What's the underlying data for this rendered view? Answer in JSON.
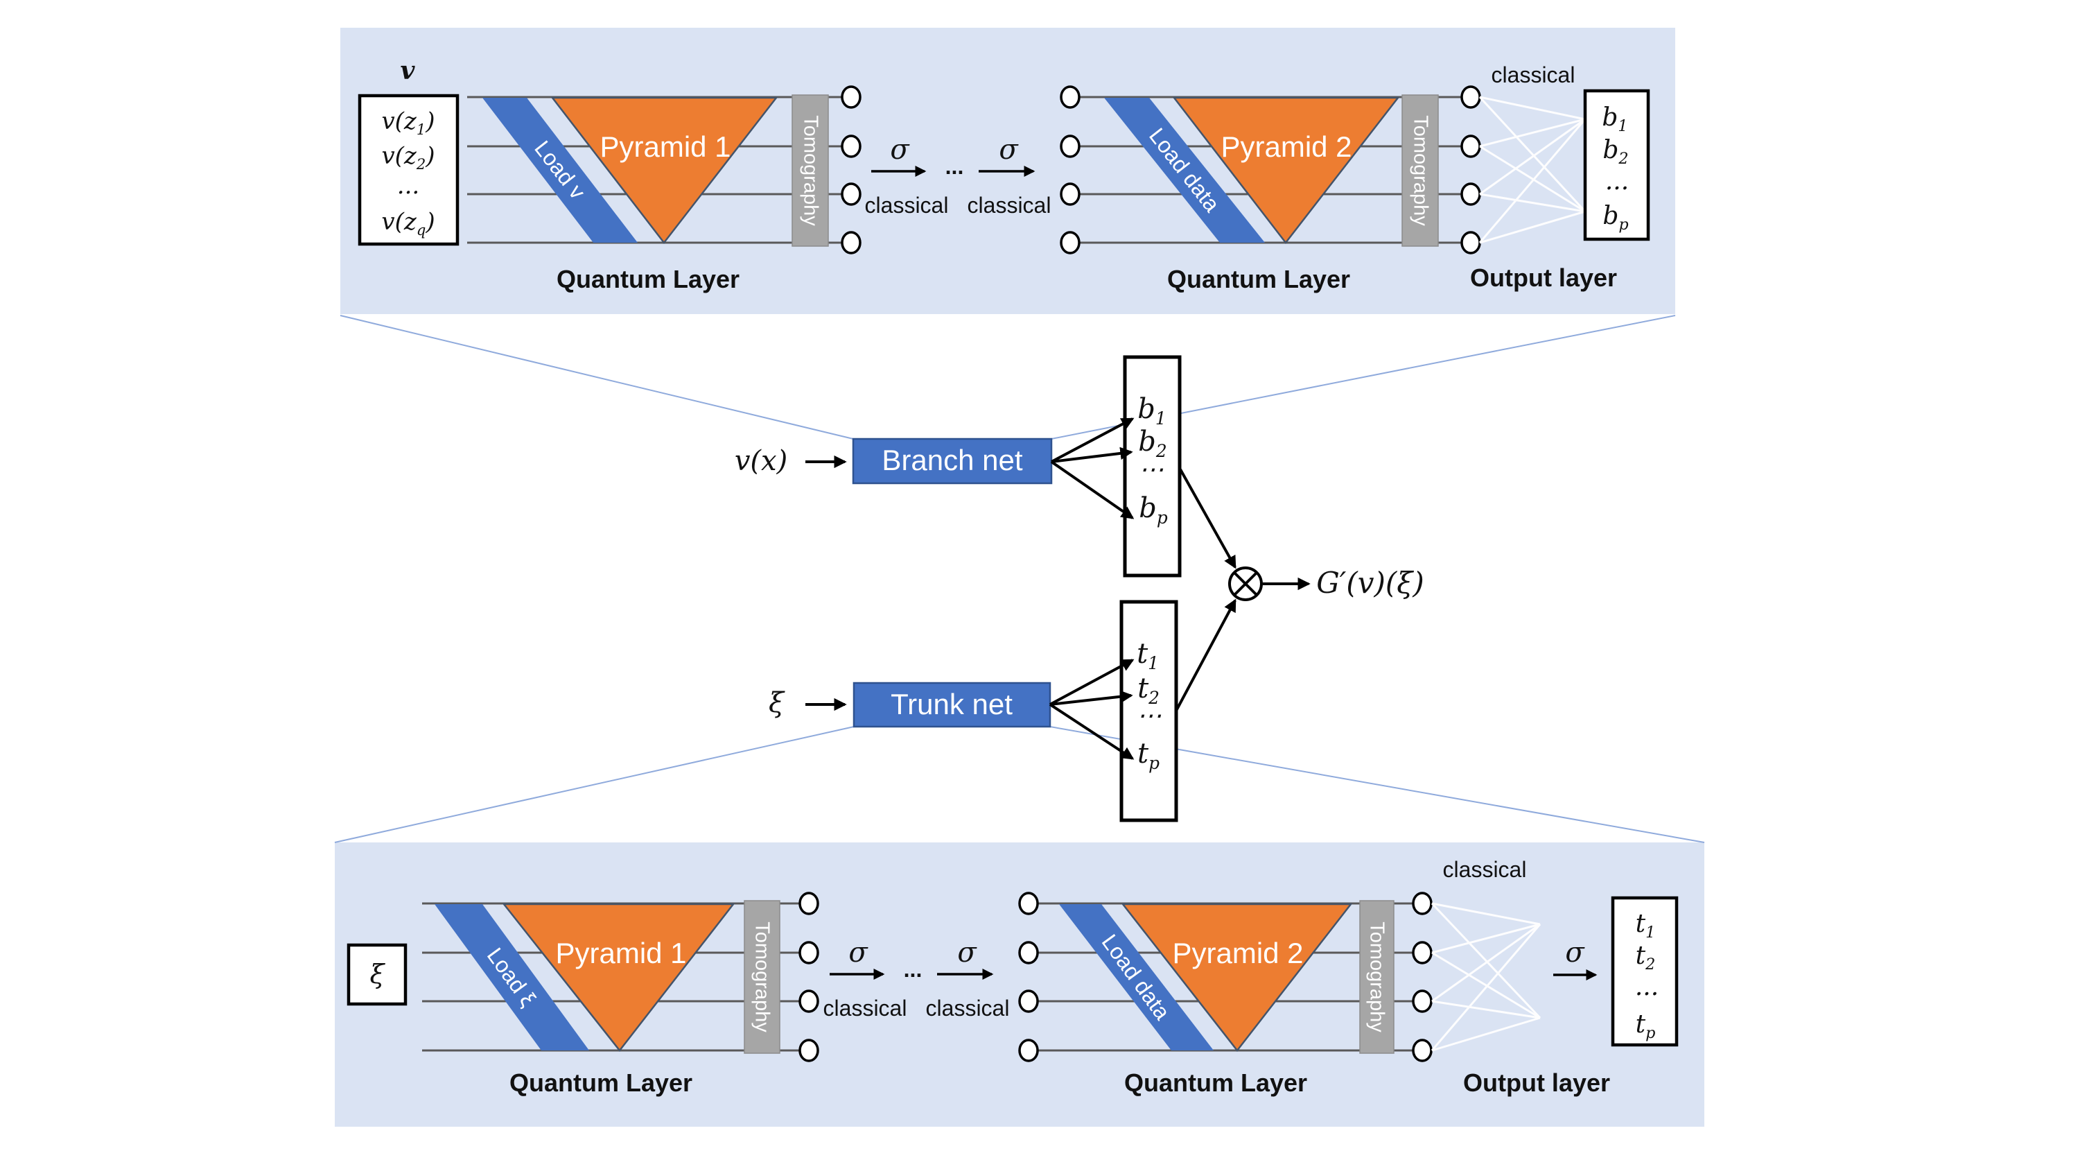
{
  "colors": {
    "panel_bg": "#dae3f3",
    "accent_blue": "#4472c4",
    "accent_blue_border": "#2f528f",
    "accent_orange": "#ed7d31",
    "pyramid_border": "#44546a",
    "tomography_gray": "#a6a6a6",
    "wire_gray": "#595959",
    "callout_blue": "#8faadc"
  },
  "top": {
    "vector_title": "v",
    "vector_rows": [
      {
        "pre": "v(z",
        "sub": "1",
        "post": ")"
      },
      {
        "pre": "v(z",
        "sub": "2",
        "post": ")"
      },
      {
        "pre": "...",
        "sub": "",
        "post": ""
      },
      {
        "pre": "v(z",
        "sub": "q",
        "post": ")"
      }
    ],
    "layer1": {
      "band": "Load v",
      "pyramid": "Pyramid 1",
      "tomography": "Tomography",
      "caption": "Quantum Layer"
    },
    "between": {
      "sigma_left": "σ",
      "classical_left": "classical",
      "dots": "...",
      "sigma_right": "σ",
      "classical_right": "classical"
    },
    "layer2": {
      "band": "Load data",
      "pyramid": "Pyramid 2",
      "tomography": "Tomography",
      "caption": "Quantum Layer"
    },
    "output": {
      "classical": "classical",
      "caption": "Output layer",
      "rows": [
        {
          "pre": "b",
          "sub": "1"
        },
        {
          "pre": "b",
          "sub": "2"
        },
        {
          "pre": "...",
          "sub": ""
        },
        {
          "pre": "b",
          "sub": "p"
        }
      ]
    }
  },
  "mid": {
    "branch_input": "v(x)",
    "branch_label": "Branch net",
    "branch_rows": [
      {
        "pre": "b",
        "sub": "1"
      },
      {
        "pre": "b",
        "sub": "2"
      },
      {
        "pre": "⋯",
        "sub": ""
      },
      {
        "pre": "b",
        "sub": "p"
      }
    ],
    "trunk_input": "ξ",
    "trunk_label": "Trunk net",
    "trunk_rows": [
      {
        "pre": "t",
        "sub": "1"
      },
      {
        "pre": "t",
        "sub": "2"
      },
      {
        "pre": "⋯",
        "sub": ""
      },
      {
        "pre": "t",
        "sub": "p"
      }
    ],
    "result": "G′(v)(ξ)"
  },
  "bottom": {
    "input": "ξ",
    "layer1": {
      "band": "Load ξ",
      "pyramid": "Pyramid 1",
      "tomography": "Tomography",
      "caption": "Quantum Layer"
    },
    "between": {
      "sigma_left": "σ",
      "classical_left": "classical",
      "dots": "...",
      "sigma_right": "σ",
      "classical_right": "classical"
    },
    "layer2": {
      "band": "Load data",
      "pyramid": "Pyramid 2",
      "tomography": "Tomography",
      "caption": "Quantum Layer"
    },
    "output": {
      "classical": "classical",
      "sigma": "σ",
      "caption": "Output layer",
      "rows": [
        {
          "pre": "t",
          "sub": "1"
        },
        {
          "pre": "t",
          "sub": "2"
        },
        {
          "pre": "...",
          "sub": ""
        },
        {
          "pre": "t",
          "sub": "p"
        }
      ]
    }
  }
}
